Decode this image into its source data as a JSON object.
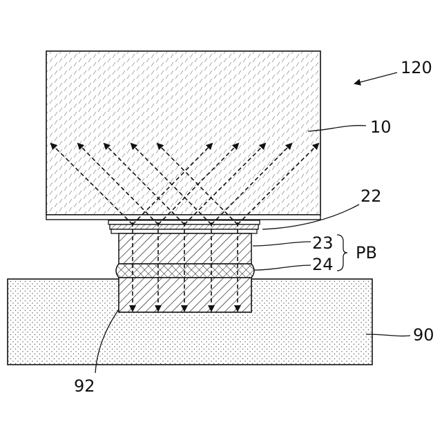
{
  "labels": {
    "device": "120",
    "chip": "10",
    "layer_top": "22",
    "pillar": "23",
    "solder": "24",
    "bump_group": "PB",
    "substrate": "90",
    "recess": "92"
  },
  "colors": {
    "line": "#111111",
    "background": "#ffffff"
  }
}
